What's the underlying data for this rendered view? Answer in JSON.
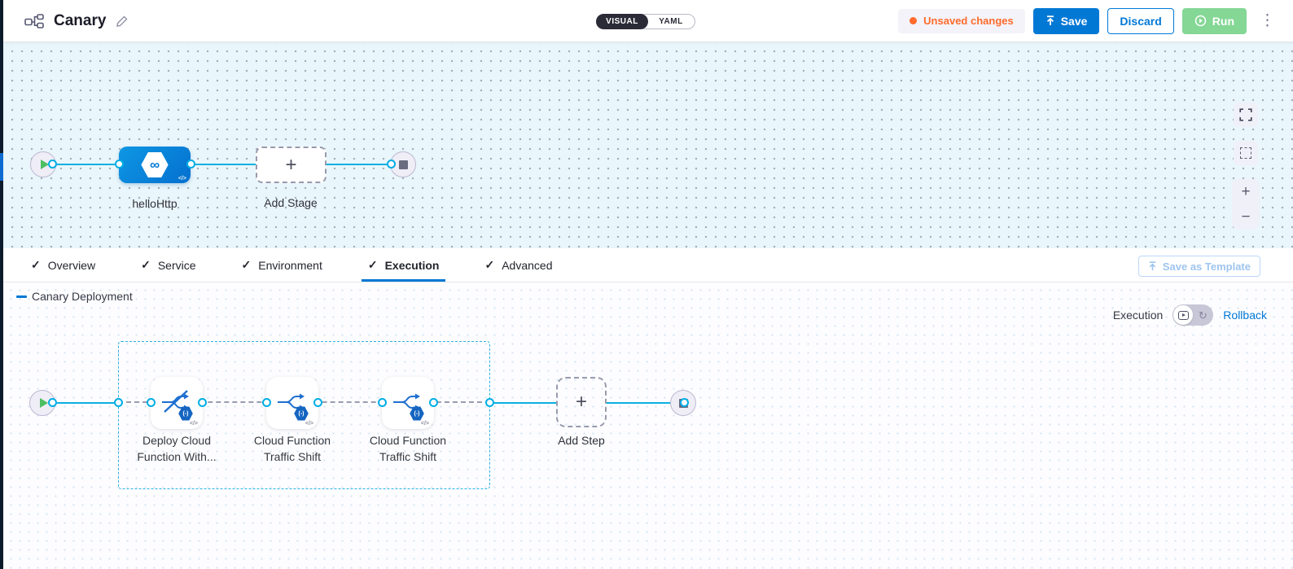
{
  "header": {
    "title": "Canary",
    "mode_visual": "VISUAL",
    "mode_yaml": "YAML",
    "unsaved": "Unsaved changes",
    "save": "Save",
    "discard": "Discard",
    "run": "Run"
  },
  "stage_canvas": {
    "stage_label": "helloHttp",
    "add_stage_label": "Add Stage"
  },
  "tabs": [
    {
      "label": "Overview"
    },
    {
      "label": "Service"
    },
    {
      "label": "Environment"
    },
    {
      "label": "Execution",
      "active": true
    },
    {
      "label": "Advanced"
    }
  ],
  "save_as_template": "Save as Template",
  "execution": {
    "label": "Execution",
    "rollback": "Rollback",
    "group_title": "Canary Deployment",
    "steps": [
      {
        "line1": "Deploy Cloud",
        "line2": "Function With..."
      },
      {
        "line1": "Cloud Function",
        "line2": "Traffic Shift"
      },
      {
        "line1": "Cloud Function",
        "line2": "Traffic Shift"
      }
    ],
    "add_step_label": "Add Step"
  },
  "icons": {
    "plus": "+",
    "minus": "−",
    "code_glyph": "</>",
    "stage_glyph": "∞",
    "badge_glyph": "(-)",
    "kebab": "⋮",
    "check": "✓",
    "rollback_glyph": "↻"
  },
  "colors": {
    "accent_blue": "#0278d5",
    "cyan_line": "#00ade4",
    "unsaved_orange": "#ff6b2c",
    "run_green": "#84d795",
    "dark_strip": "#0c1b2b"
  }
}
